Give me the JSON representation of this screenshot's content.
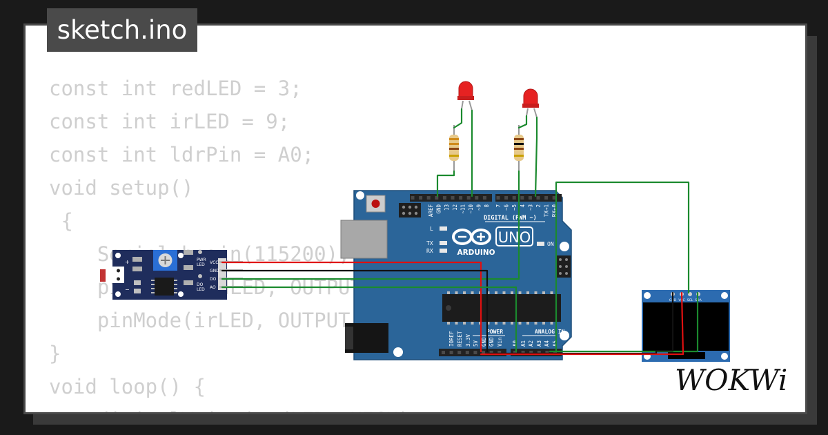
{
  "file_tab": {
    "title": "sketch.ino"
  },
  "code_lines": [
    "const int redLED = 3;",
    "const int irLED = 9;",
    "const int ldrPin = A0;",
    "void setup()",
    " {",
    "    Serial.begin(115200);",
    "    pinMode(redLED, OUTPUT);",
    "    pinMode(irLED, OUTPUT);",
    "}",
    "void loop() {",
    "    digitalWrite(redLED, HIGH);"
  ],
  "arduino": {
    "brand": "ARDUINO",
    "model": "UNO",
    "digital_header": "DIGITAL (PWM ~)",
    "power_header": "POWER",
    "analog_header": "ANALOG IN",
    "top_pins": [
      "AREF",
      "GND",
      "13",
      "12",
      "~11",
      "~10",
      "~9",
      "8",
      "7",
      "~6",
      "~5",
      "4",
      "~3",
      "2",
      "TX→1",
      "RX←0"
    ],
    "bottom_pins": [
      "IOREF",
      "RESET",
      "3.3V",
      "5V",
      "GND",
      "GND",
      "Vin",
      "A0",
      "A1",
      "A2",
      "A3",
      "A4",
      "A5"
    ],
    "led_labels": {
      "l": "L",
      "tx": "TX",
      "rx": "RX",
      "on": "ON"
    }
  },
  "sensor": {
    "pin_labels": [
      "VCC",
      "GND",
      "DO",
      "AO"
    ],
    "labels": {
      "pwr": "PWR",
      "led": "LED",
      "do": "DO",
      "do_led": "LED",
      "plus": "+",
      "minus": "−"
    }
  },
  "oled": {
    "pin_labels": [
      "GND",
      "VCC",
      "SCL",
      "SDA"
    ]
  },
  "brand_logo": "WOKWi",
  "colors": {
    "board": "#2b6599",
    "wire_green": "#1b8a2e",
    "wire_red": "#e01010",
    "wire_black": "#111111",
    "led_red": "#e62222",
    "sensor_pcb": "#1f2d5c"
  }
}
